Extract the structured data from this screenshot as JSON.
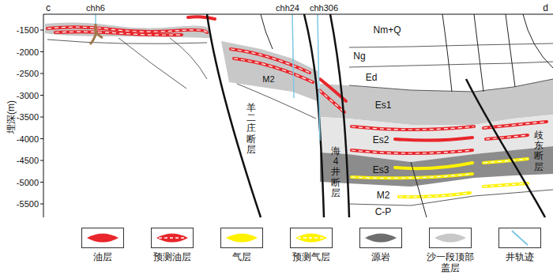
{
  "diagram": {
    "labels": [
      "c",
      "chh6",
      "chh24",
      "chh306",
      "d",
      "-1500",
      "-2000",
      "-2500",
      "-3000",
      "-3500",
      "-4000",
      "-4500",
      "-5000",
      "-5500",
      "埋深(m)",
      "Nm+Q",
      "Ng",
      "Ed",
      "Es1",
      "Es2",
      "Es3",
      "M2",
      "C-P",
      "M2",
      "羊二庄断层",
      "海4井断层",
      "歧东断层"
    ],
    "legend": [
      {
        "text": "油层",
        "color": "#e8262b"
      },
      {
        "text": "预测油层"
      },
      {
        "text": "气层",
        "color": "#fff200"
      },
      {
        "text": "预测气层"
      },
      {
        "text": "源岩",
        "color": "#6e6e6e"
      },
      {
        "text": "沙一段顶部盖层",
        "color": "#c8c8c8"
      },
      {
        "text": "井轨迹"
      }
    ]
  }
}
